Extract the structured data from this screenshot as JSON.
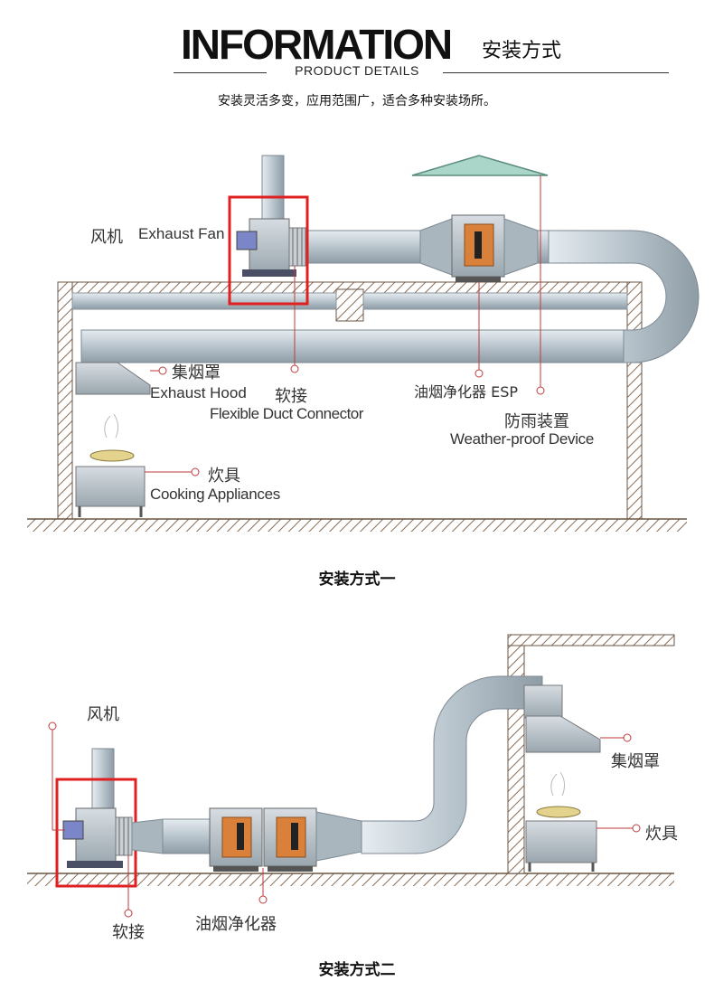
{
  "heading": {
    "title": "INFORMATION",
    "side_title": "安装方式",
    "subtitle": "PRODUCT DETAILS",
    "tagline": "安装灵活多变，应用范围广，适合多种安装场所。"
  },
  "diagram1": {
    "caption": "安装方式一",
    "labels": {
      "fan_cn": "风机",
      "fan_en": "Exhaust Fan",
      "hood_cn": "集烟罩",
      "hood_en": "Exhaust Hood",
      "connector_cn": "软接",
      "connector_en": "Flexible Duct Connector",
      "esp": "油烟净化器 ESP",
      "weather_cn": "防雨装置",
      "weather_en": "Weather-proof Device",
      "cooker_cn": "炊具",
      "cooker_en": "Cooking Appliances"
    }
  },
  "diagram2": {
    "caption": "安装方式二",
    "labels": {
      "fan_cn": "风机",
      "hood_cn": "集烟罩",
      "cooker_cn": "炊具",
      "connector_cn": "软接",
      "esp_cn": "油烟净化器"
    }
  },
  "colors": {
    "highlight": "#e02020",
    "duct": "#b8c4cc",
    "wall_hatch": "#8a6d55",
    "esp_panel": "#d9803a",
    "roof_cap": "#a9d6c8"
  }
}
